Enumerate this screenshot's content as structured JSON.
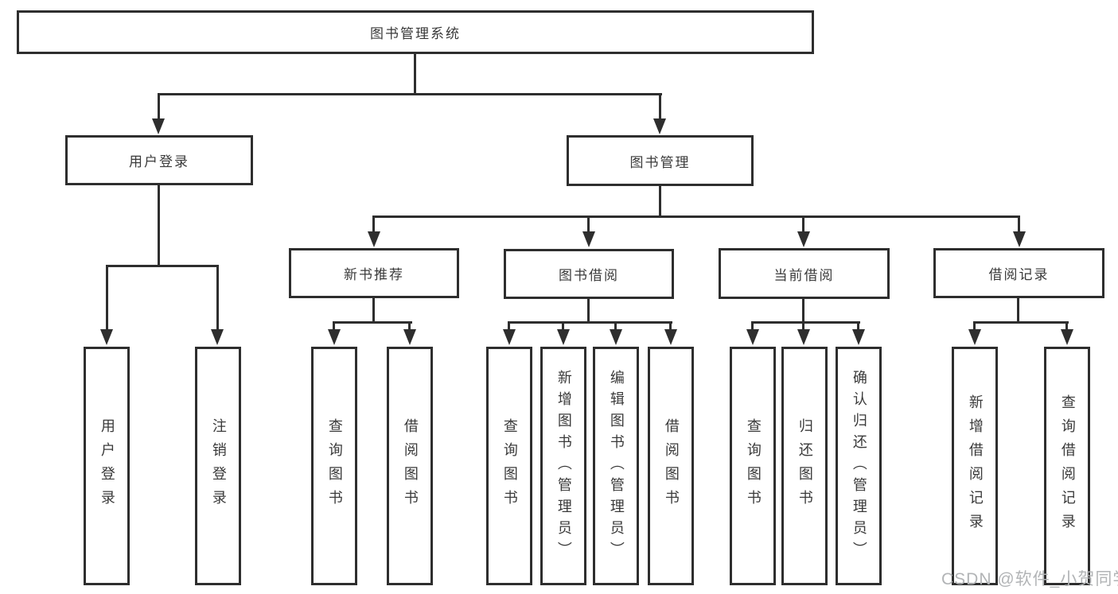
{
  "tree": {
    "root": {
      "label": "图书管理系统"
    },
    "branches": [
      {
        "label": "用户登录",
        "children": [
          {
            "label": "用户登录"
          },
          {
            "label": "注销登录"
          }
        ]
      },
      {
        "label": "图书管理",
        "children": [
          {
            "label": "新书推荐",
            "children": [
              {
                "label": "查询图书"
              },
              {
                "label": "借阅图书"
              }
            ]
          },
          {
            "label": "图书借阅",
            "children": [
              {
                "label": "查询图书"
              },
              {
                "label": "新增图书（管理员）"
              },
              {
                "label": "编辑图书（管理员）"
              },
              {
                "label": "借阅图书"
              }
            ]
          },
          {
            "label": "当前借阅",
            "children": [
              {
                "label": "查询图书"
              },
              {
                "label": "归还图书"
              },
              {
                "label": "确认归还（管理员）"
              }
            ]
          },
          {
            "label": "借阅记录",
            "children": [
              {
                "label": "新增借阅记录"
              },
              {
                "label": "查询借阅记录"
              }
            ]
          }
        ]
      }
    ]
  },
  "watermark": {
    "text": "CSDN @软件_小贺同学"
  },
  "colors": {
    "line": "#2e2e2e",
    "text": "#3a3a3a",
    "background": "#ffffff",
    "watermark": "#b2b4b6"
  }
}
